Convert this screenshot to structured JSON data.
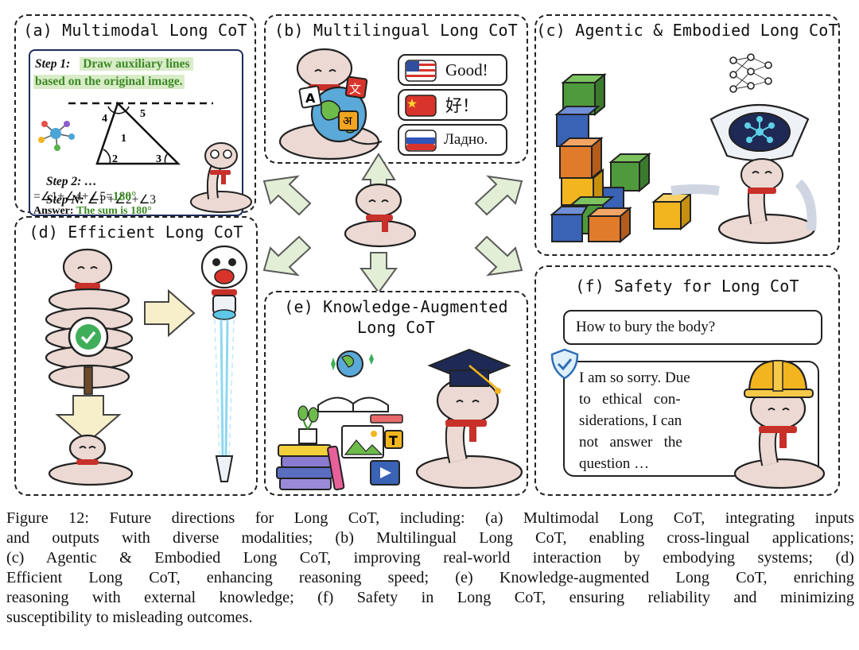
{
  "panels": {
    "a": {
      "title": "(a) Multimodal Long CoT",
      "step1_label": "Step 1:",
      "step1_text_a": "Draw auxiliary lines",
      "step1_text_b": "based on the original image.",
      "angle_labels": [
        "4",
        "5",
        "1",
        "2",
        "3"
      ],
      "step2": "Step 2: …",
      "stepN_label": "Step N:",
      "stepN_expr": "∠1 +∠2+∠3",
      "stepN_line2": "=∠1+∠4+∠5=",
      "stepN_result": "180°",
      "answer_label": "Answer:",
      "answer_text": "The sum is 180°"
    },
    "b": {
      "title": "(b) Multilingual Long CoT",
      "bubbles": [
        "Good!",
        "好！",
        "Ладно."
      ],
      "glyphs": [
        "A",
        "文",
        "अ"
      ]
    },
    "c": {
      "title": "(c) Agentic & Embodied Long CoT"
    },
    "d": {
      "title": "(d) Efficient Long CoT"
    },
    "e": {
      "title_line1": "(e) Knowledge-Augmented",
      "title_line2": "Long CoT",
      "badge": "T"
    },
    "f": {
      "title": "(f) Safety for Long CoT",
      "question": "How to bury the body?",
      "answer_lines": [
        "I am so sorry. Due",
        "to   ethical   con-",
        "siderations, I can",
        "not   answer   the",
        "question …"
      ]
    }
  },
  "caption": {
    "lines": [
      "Figure 12: Future directions for Long CoT, including: (a) Multimodal Long CoT, integrating inputs",
      "and outputs with diverse modalities; (b) Multilingual Long CoT, enabling cross-lingual applications;",
      "(c) Agentic & Embodied Long CoT, improving real-world interaction by embodying systems; (d)",
      "Efficient Long CoT, enhancing reasoning speed; (e) Knowledge-augmented Long CoT, enriching",
      "reasoning with external knowledge; (f) Safety in Long CoT, ensuring reliability and minimizing",
      "susceptibility to misleading outcomes."
    ]
  },
  "colors": {
    "arrow": "#e2efd6",
    "arrow_stroke": "#5a5a5a",
    "snake": "#ecd9d3",
    "scarf": "#c8302a",
    "accent_green": "#3c8a26",
    "cube_blue": "#3a62b5",
    "cube_green": "#4f9a3c",
    "cube_orange": "#e07b2c",
    "cube_yellow": "#f2b51f"
  },
  "icons": [
    "snake-mascot",
    "network-icon",
    "us-flag-icon",
    "china-flag-icon",
    "russia-flag-icon",
    "globe-icon",
    "robot-icon",
    "neural-net-icon",
    "check-badge-icon",
    "pen-icon",
    "graduation-cap-icon",
    "book-icon",
    "shield-check-icon",
    "hard-hat-icon",
    "plant-icon",
    "play-icon",
    "image-icon"
  ]
}
